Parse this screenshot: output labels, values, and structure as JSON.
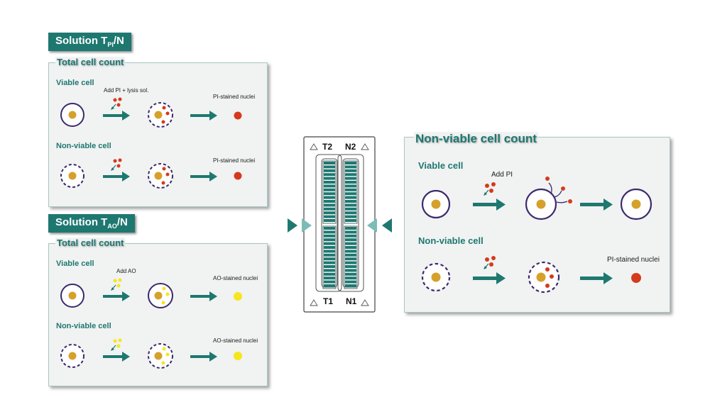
{
  "solution_pi": {
    "prefix": "Solution T",
    "sub": "PI",
    "suffix": "/N"
  },
  "solution_ao": {
    "prefix": "Solution T",
    "sub": "AO",
    "suffix": "/N"
  },
  "total_pi": {
    "title": "Total cell count",
    "viable_label": "Viable cell",
    "reagent": "Add PI + lysis sol.",
    "result_top": "PI-stained nuclei",
    "nonviable_label": "Non-viable cell",
    "result_bottom": "PI-stained nuclei"
  },
  "total_ao": {
    "title": "Total cell count",
    "viable_label": "Viable cell",
    "reagent": "Add AO",
    "result_top": "AO-stained nuclei",
    "nonviable_label": "Non-viable cell",
    "result_bottom": "AO-stained nuclei"
  },
  "nonviable_panel": {
    "title": "Non-viable cell count",
    "viable_label": "Viable cell",
    "reagent": "Add PI",
    "nonviable_label": "Non-viable cell",
    "result": "PI-stained nuclei"
  },
  "slide": {
    "t2": "T2",
    "n2": "N2",
    "t1": "T1",
    "n1": "N1"
  },
  "colors": {
    "teal": "#1e7870",
    "teal_light": "#7bbdb6",
    "cell_border": "#3b2a6b",
    "nucleus": "#d6a12a",
    "pi_red": "#d53a1c",
    "ao_yellow": "#f5e61e",
    "panel_bg": "#f1f2f2"
  }
}
